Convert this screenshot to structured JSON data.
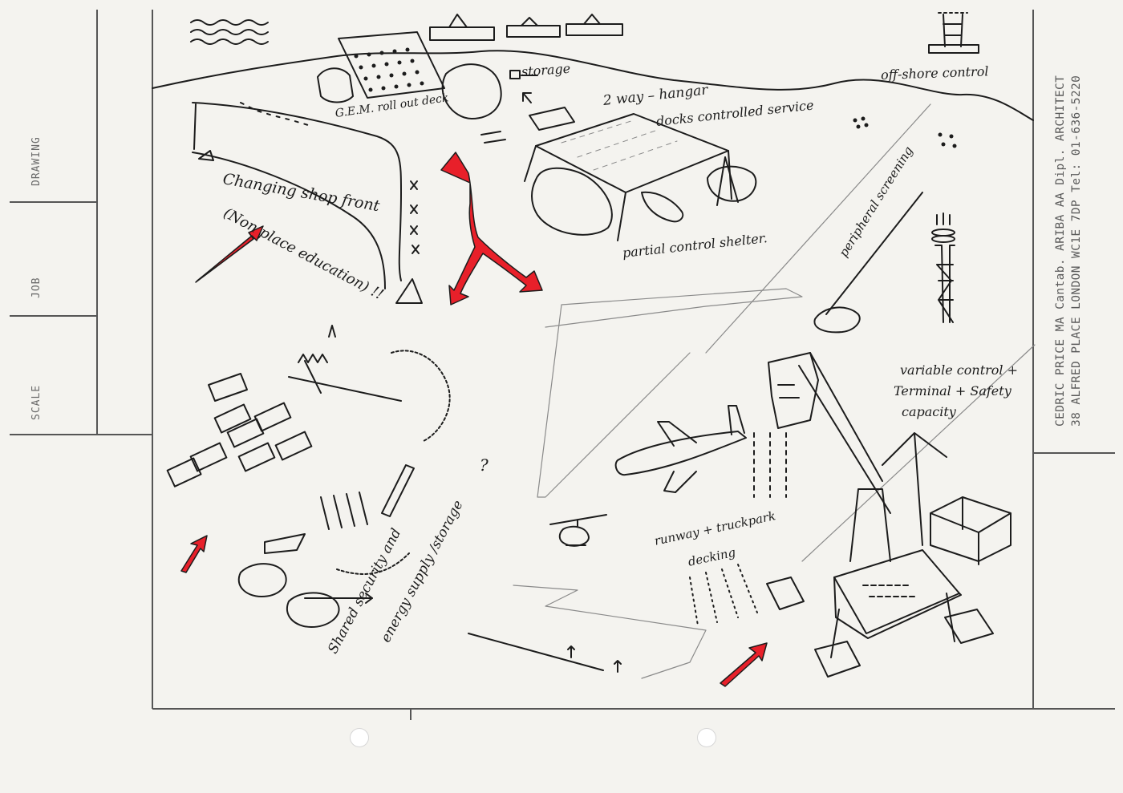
{
  "sheet": {
    "side_labels": {
      "drawing": "DRAWING",
      "job": "JOB",
      "scale": "SCALE"
    },
    "title_block": {
      "line1": "CEDRIC PRICE MA Cantab. ARIBA AA Dipl. ARCHITECT",
      "line2": "38 ALFRED PLACE LONDON WC1E 7DP Tel: 01-636-5220"
    }
  },
  "annotations": {
    "storage": "storage",
    "gem_deck": "G.E.M. roll out deck",
    "offshore": "off-shore control",
    "hangar": "2 way – hangar",
    "docks": "docks controlled service",
    "changing_shop": "Changing shop front",
    "education": "(Non place education) !!",
    "partial_control": "partial control shelter.",
    "peripheral": "peripheral screening",
    "variable_control": "variable control +",
    "terminal": "Terminal + Safety",
    "capacity": "capacity",
    "runway": "runway + truckpark",
    "decking": "decking",
    "shared_security": "Shared security and",
    "energy_supply": "energy supply /storage",
    "question": "?"
  },
  "colors": {
    "ink": "#1c1c1c",
    "pencil": "#8a8a8a",
    "red": "#e8202a",
    "frame": "#555555",
    "paper": "#f4f3ef"
  }
}
